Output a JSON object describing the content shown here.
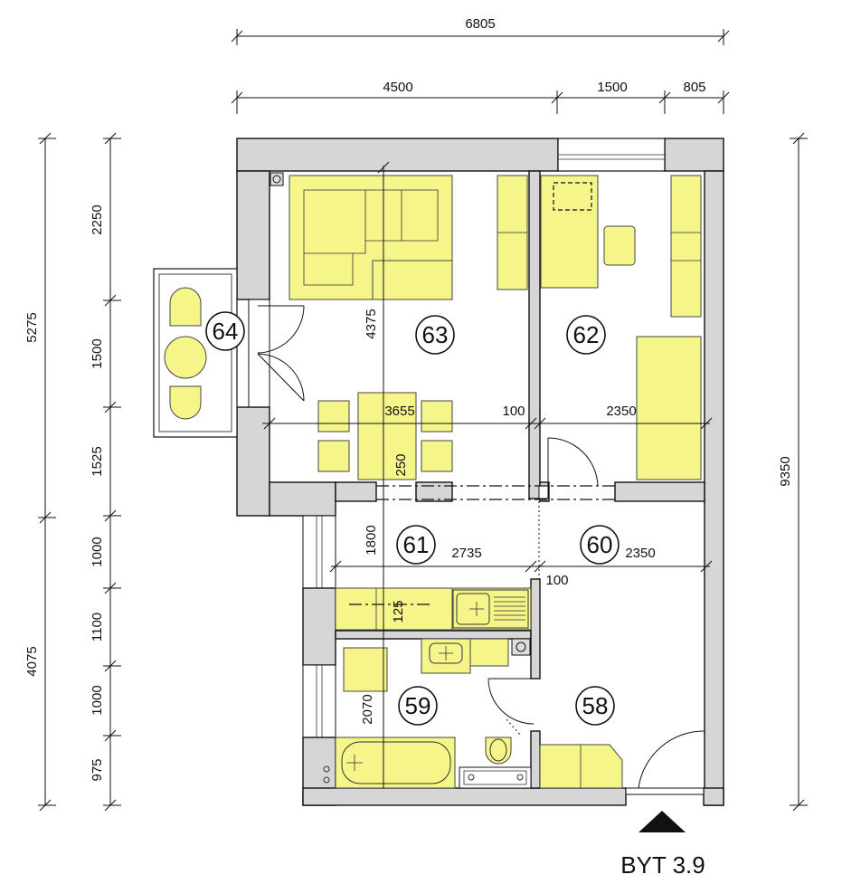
{
  "dimensions": {
    "top_total": "6805",
    "top_segments": [
      "4500",
      "1500",
      "805"
    ],
    "left_outer": [
      "5275",
      "4075"
    ],
    "left_inner": [
      "2250",
      "1500",
      "1525",
      "1000",
      "1100",
      "1000",
      "975"
    ],
    "right_total": "9350",
    "interior": {
      "living_width": "3655",
      "partition_a": "100",
      "bedroom_width": "2350",
      "living_height": "4375",
      "table_dim": "250",
      "hall_depth": "1800",
      "kitchen_width": "2735",
      "hall_width": "2350",
      "partition_b": "100",
      "counter_dim": "125",
      "bath_height": "2070"
    }
  },
  "rooms": [
    "64",
    "63",
    "62",
    "61",
    "60",
    "59",
    "58"
  ],
  "apartment_label": "BYT 3.9",
  "colors": {
    "furniture": "#f5f58a",
    "wall": "#d6d6d6",
    "line": "#111111"
  }
}
